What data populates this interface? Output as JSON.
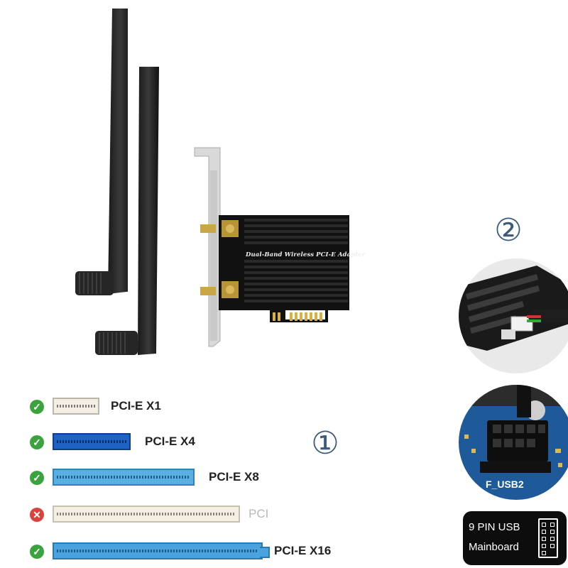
{
  "product": {
    "card_print": "Dual-Band Wireless PCI-E Adapter"
  },
  "steps": {
    "one": "①",
    "two": "②"
  },
  "slots": [
    {
      "label": "PCI-E X1",
      "supported": true
    },
    {
      "label": "PCI-E X4",
      "supported": true
    },
    {
      "label": "PCI-E X8",
      "supported": true
    },
    {
      "label": "PCI",
      "supported": false
    },
    {
      "label": "PCI-E X16",
      "supported": true
    }
  ],
  "usb_header": {
    "line1": "9 PIN USB",
    "line2": "Mainboard",
    "board_print": "F_USB2"
  },
  "colors": {
    "supported": "#3aa33e",
    "unsupported": "#d9433c",
    "pcie_x4_slot": "#1e62c4",
    "pcie_x8_slot": "#5aaee0",
    "pcie_x16_slot": "#4aa3df",
    "pci_slot": "#f3efe4",
    "step_number": "#3b5a7c"
  },
  "icons": {
    "supported": "check-circle-icon",
    "unsupported": "cross-circle-icon"
  }
}
